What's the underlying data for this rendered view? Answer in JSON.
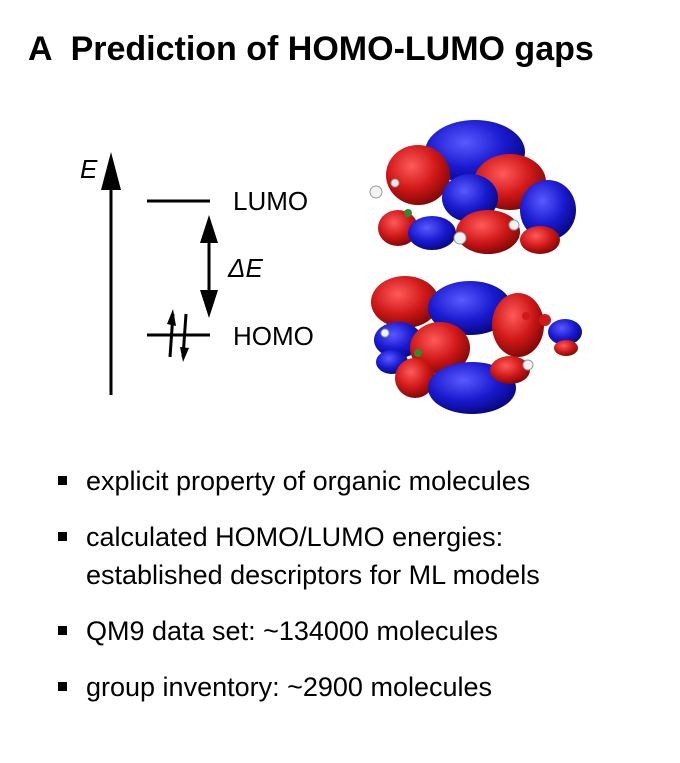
{
  "header": {
    "letter": "A",
    "title": "Prediction of HOMO-LUMO gaps"
  },
  "diagram": {
    "energy_axis_label": "E",
    "lumo_label": "LUMO",
    "homo_label": "HOMO",
    "gap_label": "ΔE",
    "colors": {
      "orbital_positive": "#cc1a1a",
      "orbital_negative": "#1a1acc",
      "line": "#000000"
    }
  },
  "bullets": [
    {
      "lines": [
        "explicit property of organic molecules"
      ]
    },
    {
      "lines": [
        "calculated HOMO/LUMO energies:",
        "established descriptors for ML models"
      ]
    },
    {
      "lines": [
        "QM9 data set: ~134000 molecules"
      ]
    },
    {
      "lines": [
        "group inventory: ~2900 molecules"
      ]
    }
  ]
}
